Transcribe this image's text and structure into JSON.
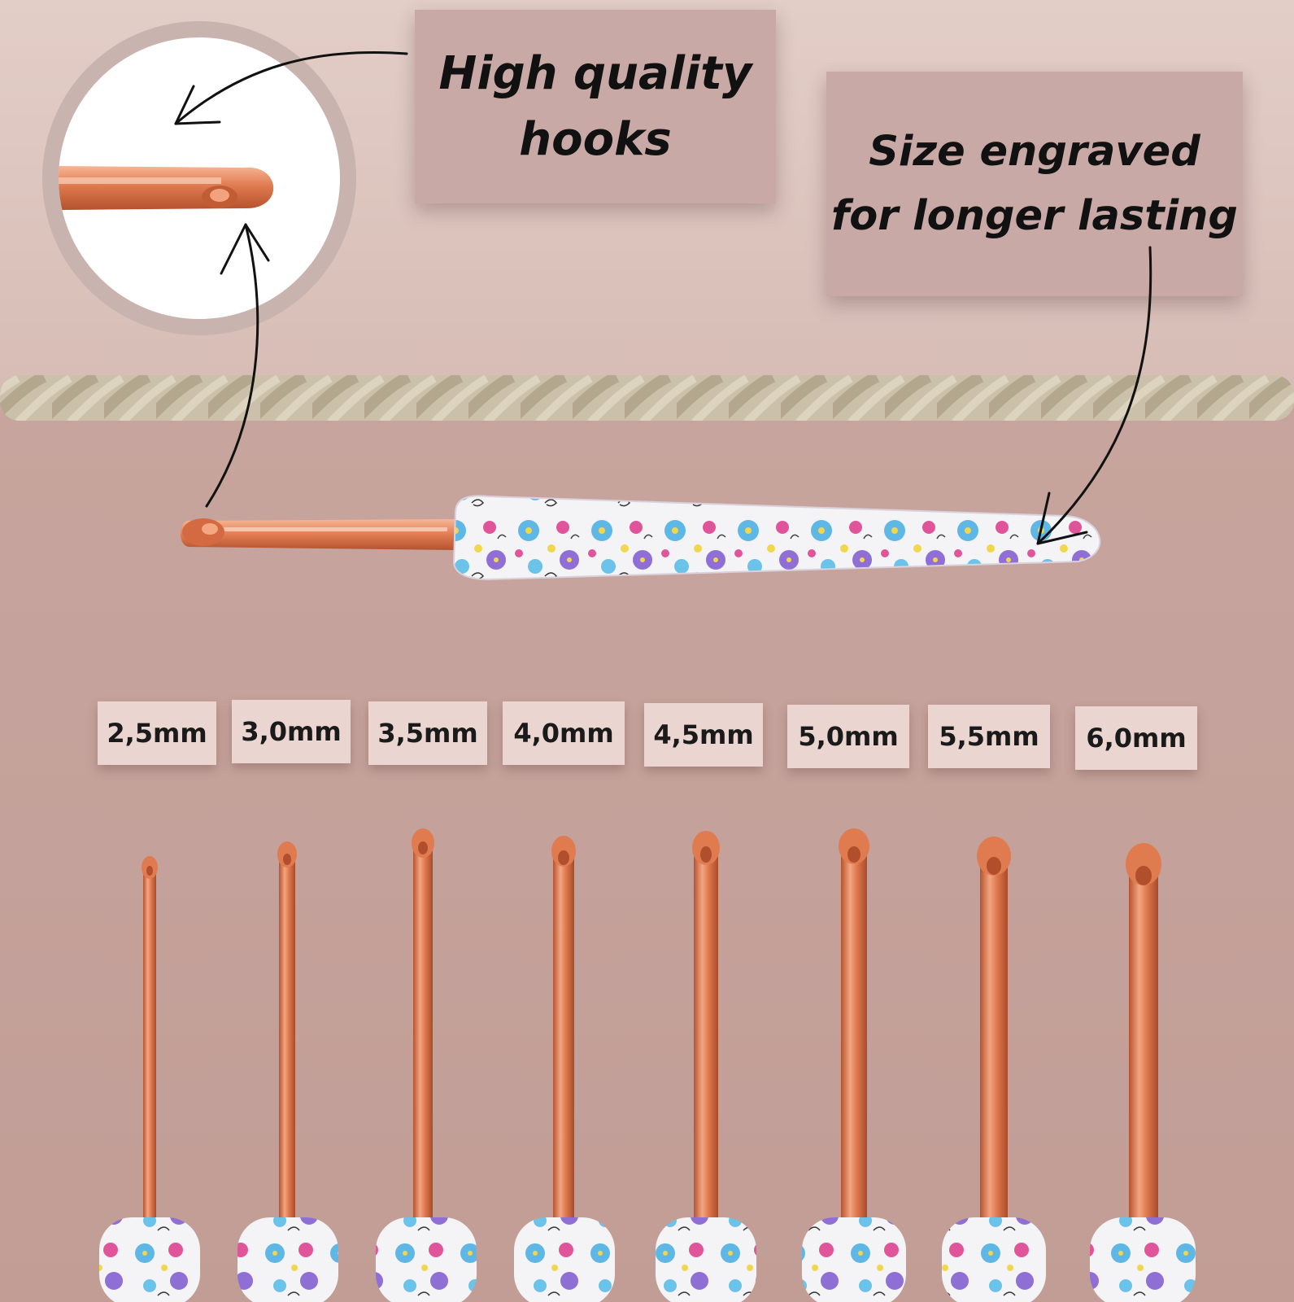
{
  "callouts": {
    "quality_line1": "High quality",
    "quality_line2": "hooks",
    "engraved_line1": "Size engraved",
    "engraved_line2": "for longer lasting"
  },
  "sizes": [
    "2,5mm",
    "3,0mm",
    "3,5mm",
    "4,0mm",
    "4,5mm",
    "5,0mm",
    "5,5mm",
    "6,0mm"
  ],
  "colors": {
    "top_paper": "#e3cdc7",
    "bottom_paper": "#c7a49d",
    "label_box": "#c8a9a6",
    "size_tag": "#ead5d1",
    "copper": "#e4865f",
    "rope": "#c9bfa9",
    "flower_blue": "#5fb7e6",
    "flower_pink": "#e0559a",
    "flower_purple": "#8f6fd6",
    "flower_yellow": "#f2d64b"
  }
}
